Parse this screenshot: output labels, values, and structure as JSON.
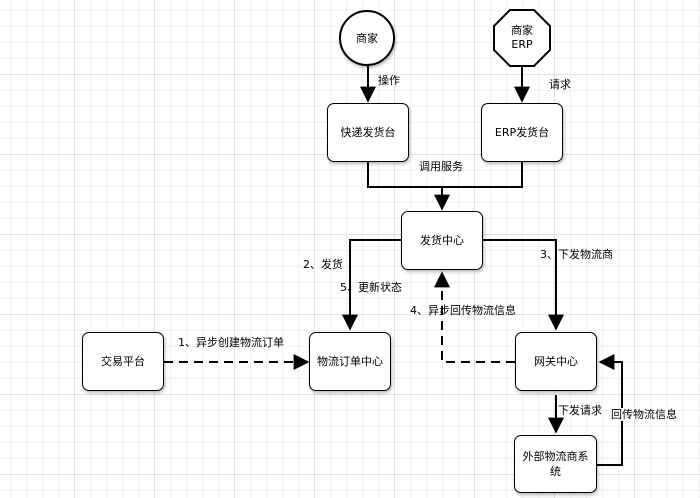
{
  "nodes": {
    "merchant": "商家",
    "merchant_erp_line1": "商家",
    "merchant_erp_line2": "ERP",
    "express_platform": "快递发货台",
    "erp_platform": "ERP发货台",
    "shipping_center": "发货中心",
    "trade_platform": "交易平台",
    "logistics_order_center": "物流订单中心",
    "gateway_center": "网关中心",
    "external_logistics_line1": "外部物流商系",
    "external_logistics_line2": "统"
  },
  "edges": {
    "operate": "操作",
    "request": "请求",
    "call_service": "调用服务",
    "step2": "2、发货",
    "step5": "5、更新状态",
    "step3": "3、下发物流商",
    "step4": "4、异步回传物流信息",
    "step1": "1、异步创建物流订单",
    "dispatch_request": "下发请求",
    "return_logistics_info": "回传物流信息"
  }
}
